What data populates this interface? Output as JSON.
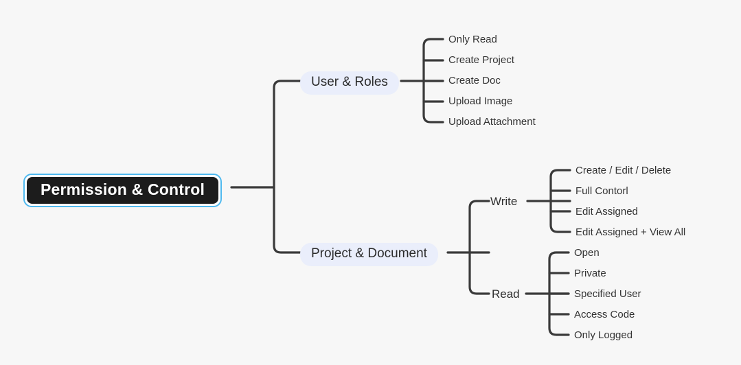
{
  "diagram": {
    "type": "mind-map",
    "background_color": "#f7f7f7",
    "root": {
      "label": "Permission & Control",
      "background_color": "#1c1c1c",
      "text_color": "#ffffff",
      "outline_color": "#4fb9ef"
    },
    "branches": [
      {
        "label": "User & Roles",
        "pill_color": "#eaeefb",
        "leaves": [
          "Only Read",
          "Create Project",
          "Create Doc",
          "Upload Image",
          "Upload Attachment"
        ]
      },
      {
        "label": "Project & Document",
        "pill_color": "#eaeefb",
        "subbranches": [
          {
            "label": "Write",
            "leaves": [
              "Create / Edit / Delete",
              "Full Contorl",
              "Edit Assigned",
              "Edit Assigned + View All"
            ]
          },
          {
            "label": "Read",
            "leaves": [
              "Open",
              "Private",
              "Specified User",
              "Access Code",
              "Only Logged"
            ]
          }
        ]
      }
    ]
  }
}
